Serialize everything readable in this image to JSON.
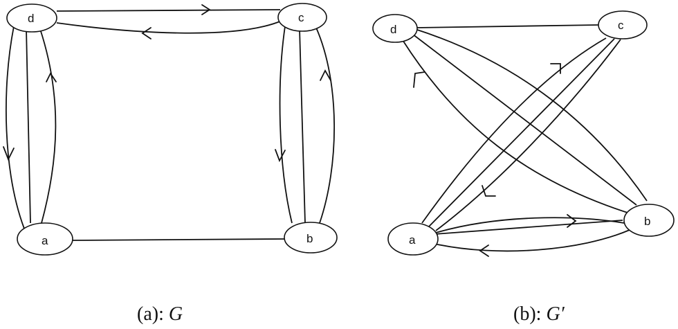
{
  "panels": [
    {
      "id": "G",
      "caption_prefix": "(a): ",
      "caption_symbol": "G",
      "nodes": [
        {
          "id": "d",
          "label": "d"
        },
        {
          "id": "c",
          "label": "c"
        },
        {
          "id": "a",
          "label": "a"
        },
        {
          "id": "b",
          "label": "b"
        }
      ],
      "edges": [
        {
          "from": "d",
          "to": "c",
          "directed": true
        },
        {
          "from": "c",
          "to": "d",
          "directed": true
        },
        {
          "from": "d",
          "to": "a",
          "directed": true
        },
        {
          "from": "d",
          "to": "a",
          "directed": false
        },
        {
          "from": "a",
          "to": "d",
          "directed": true
        },
        {
          "from": "c",
          "to": "b",
          "directed": true
        },
        {
          "from": "c",
          "to": "b",
          "directed": false
        },
        {
          "from": "b",
          "to": "c",
          "directed": true
        },
        {
          "from": "a",
          "to": "b",
          "directed": false
        }
      ]
    },
    {
      "id": "G-prime",
      "caption_prefix": "(b): ",
      "caption_symbol": "G′",
      "nodes": [
        {
          "id": "d",
          "label": "d"
        },
        {
          "id": "c",
          "label": "c"
        },
        {
          "id": "a",
          "label": "a"
        },
        {
          "id": "b",
          "label": "b"
        }
      ],
      "edges": [
        {
          "from": "d",
          "to": "c",
          "directed": false
        },
        {
          "from": "a",
          "to": "c",
          "directed": true
        },
        {
          "from": "c",
          "to": "a",
          "directed": true
        },
        {
          "from": "a",
          "to": "c",
          "directed": false
        },
        {
          "from": "b",
          "to": "d",
          "directed": true
        },
        {
          "from": "d",
          "to": "b",
          "directed": false
        },
        {
          "from": "d",
          "to": "b",
          "directed": false
        },
        {
          "from": "a",
          "to": "b",
          "directed": true
        },
        {
          "from": "b",
          "to": "a",
          "directed": true
        },
        {
          "from": "a",
          "to": "b",
          "directed": false
        }
      ]
    }
  ]
}
